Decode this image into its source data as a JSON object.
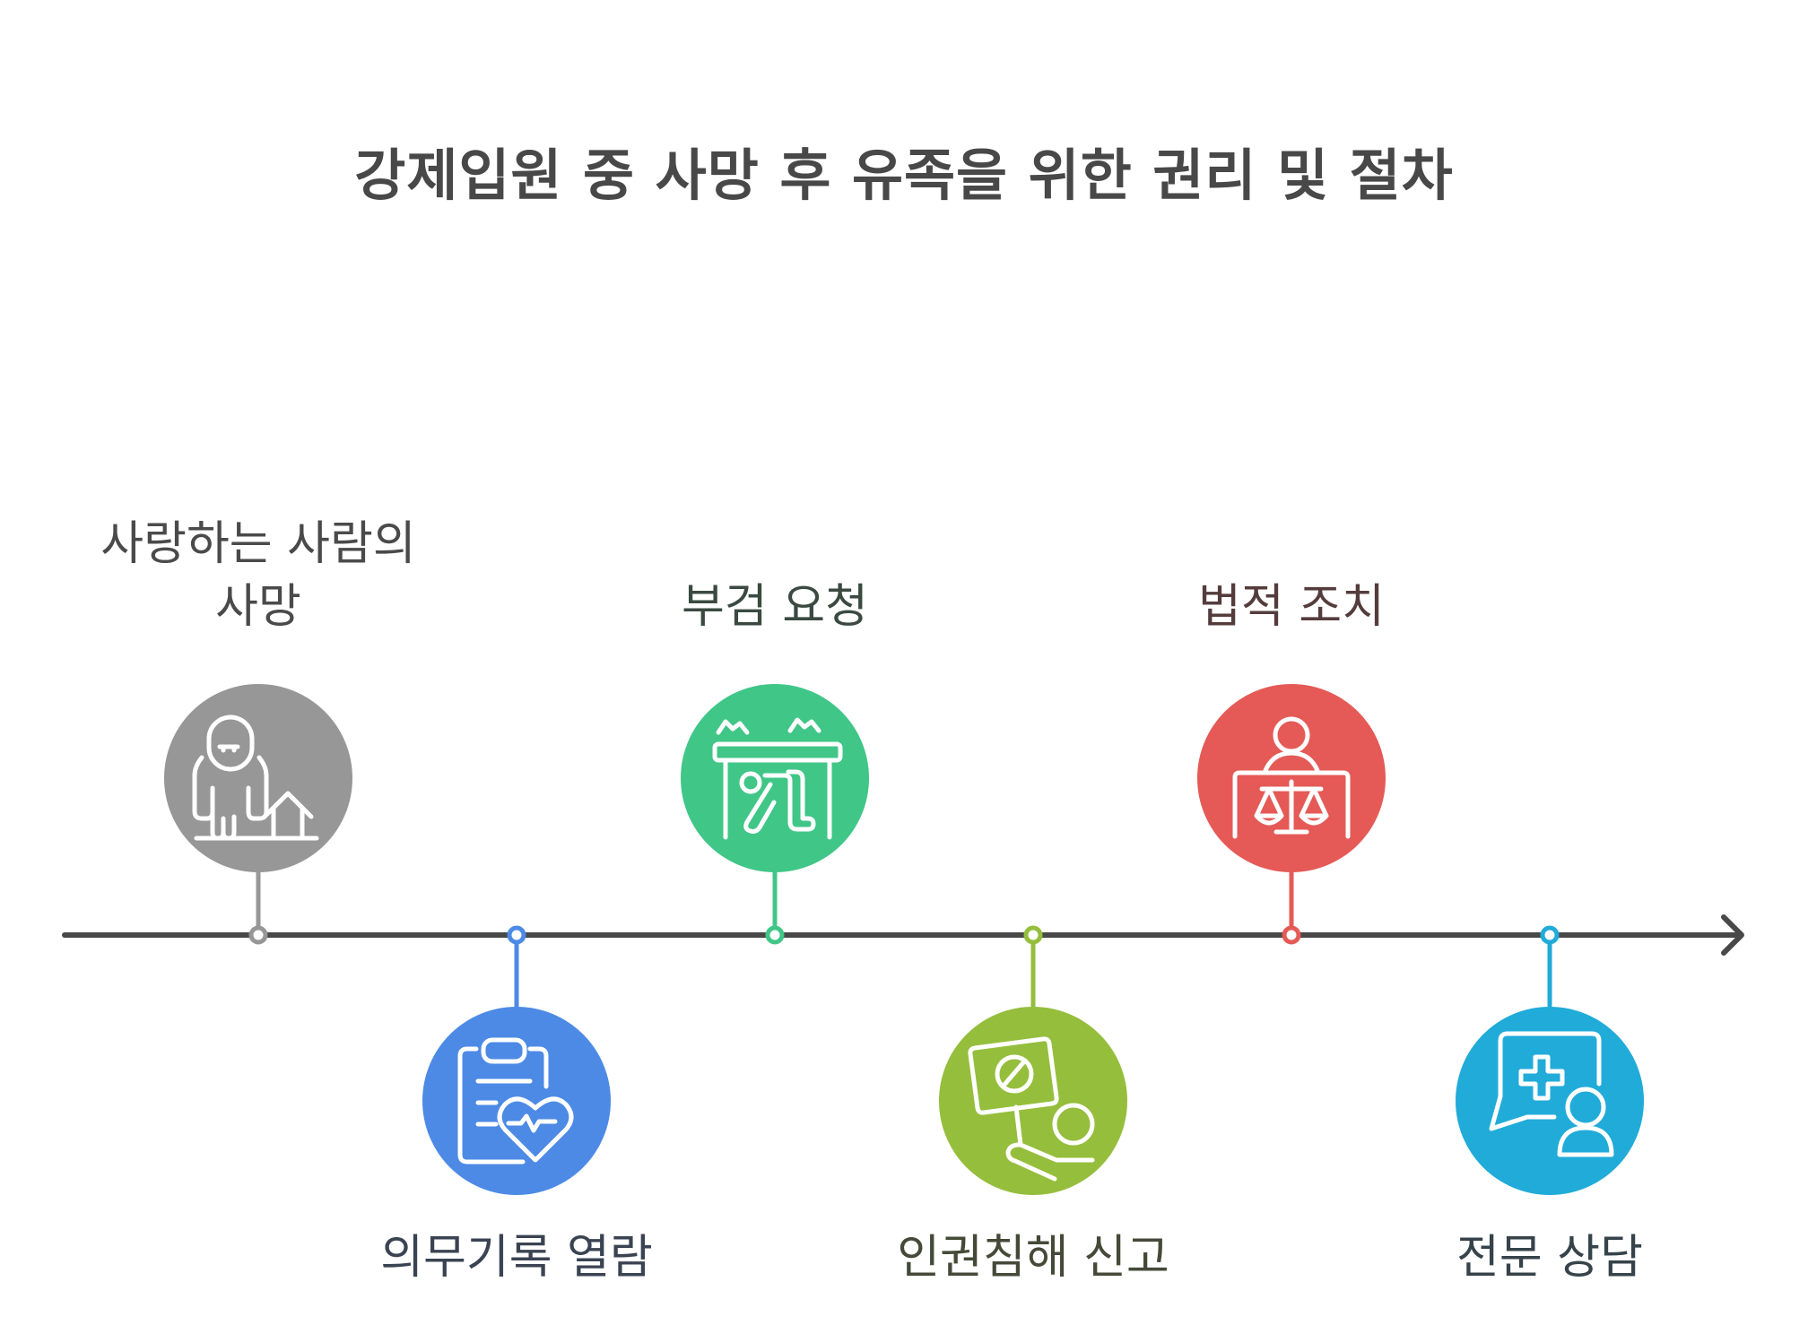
{
  "title": "강제입원 중 사망 후 유족을 위한 권리 및 절차",
  "timeline": {
    "axis_color": "#484848",
    "events": [
      {
        "id": "death",
        "label": "사랑하는 사람의\n사망",
        "color": "#979797",
        "label_color": "#4a4a4a",
        "position": "above",
        "icon": "mourning-person-house-icon"
      },
      {
        "id": "medical-records",
        "label": "의무기록 열람",
        "color": "#4d8ae6",
        "label_color": "#3a4352",
        "position": "below",
        "icon": "clipboard-heart-icon"
      },
      {
        "id": "autopsy",
        "label": "부검 요청",
        "color": "#40c687",
        "label_color": "#3a4a40",
        "position": "above",
        "icon": "body-under-table-icon"
      },
      {
        "id": "human-rights-report",
        "label": "인권침해 신고",
        "color": "#95be3c",
        "label_color": "#454a38",
        "position": "below",
        "icon": "protest-sign-icon"
      },
      {
        "id": "legal-action",
        "label": "법적 조치",
        "color": "#e55a56",
        "label_color": "#553c3c",
        "position": "above",
        "icon": "judge-scales-icon"
      },
      {
        "id": "counseling",
        "label": "전문 상담",
        "color": "#21abd9",
        "label_color": "#36434a",
        "position": "below",
        "icon": "medical-chat-person-icon"
      }
    ]
  }
}
